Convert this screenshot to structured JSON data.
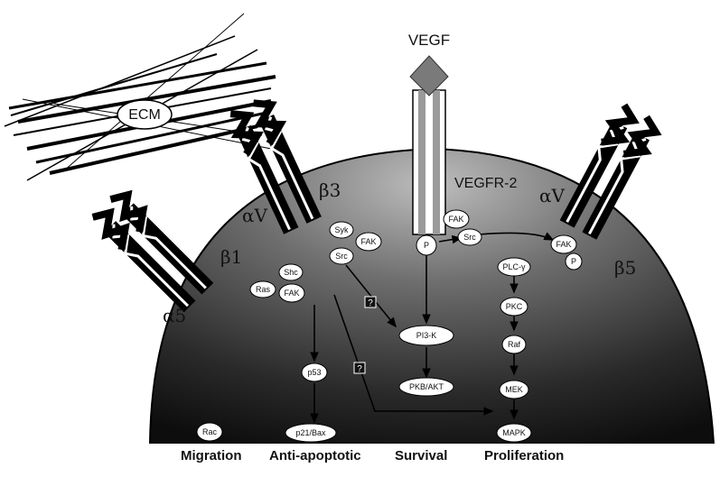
{
  "labels": {
    "ecm": "ECM",
    "vegf": "VEGF",
    "vegfr2": "VEGFR-2",
    "alpha5": "α5",
    "beta1": "β1",
    "alphaV_left": "αV",
    "beta3": "β3",
    "alphaV_right": "αV",
    "beta5": "β5",
    "question": "?"
  },
  "nodes": {
    "syk": "Syk",
    "fak_b3": "FAK",
    "src_b3": "Src",
    "shc": "Shc",
    "ras": "Ras",
    "fak_b1": "FAK",
    "p_receptor": "P",
    "fak_vegfr": "FAK",
    "src_vegfr": "Src",
    "fak_b5": "FAK",
    "p_b5": "P",
    "plc": "PLC-γ",
    "pkc": "PKC",
    "raf": "Raf",
    "mek": "MEK",
    "mapk": "MAPK",
    "pi3k": "PI3-K",
    "pkb": "PKB/AKT",
    "p53": "p53",
    "p21": "p21/Bax",
    "rac": "Rac"
  },
  "outcomes": {
    "migration": "Migration",
    "antiapoptotic": "Anti-apoptotic",
    "survival": "Survival",
    "proliferation": "Proliferation"
  }
}
